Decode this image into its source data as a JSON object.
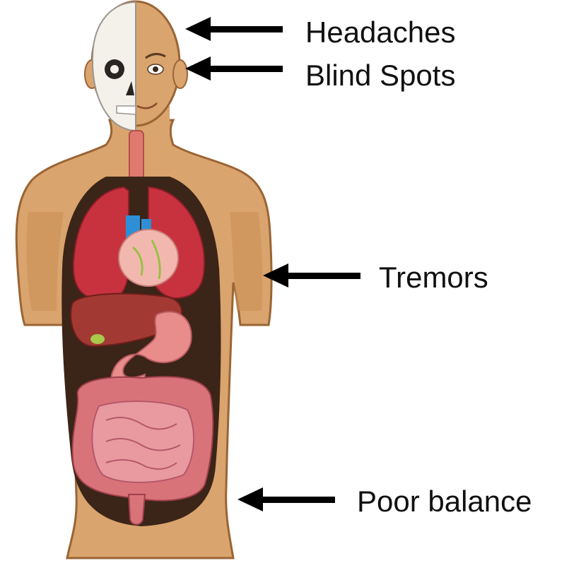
{
  "labels": [
    {
      "text": "Headaches"
    },
    {
      "text": "Blind Spots"
    },
    {
      "text": "Tremors"
    },
    {
      "text": "Poor balance"
    }
  ],
  "colors": {
    "skin": "#D9A46D",
    "skin_shadow": "#B77B45",
    "outline": "#9A6434",
    "cavity": "#3B2418",
    "lung": "#C8323F",
    "liver": "#A23A33",
    "stomach": "#E88C8C",
    "intestine": "#D9737A",
    "heart": "#F2B8B0",
    "arrow": "#000000"
  }
}
